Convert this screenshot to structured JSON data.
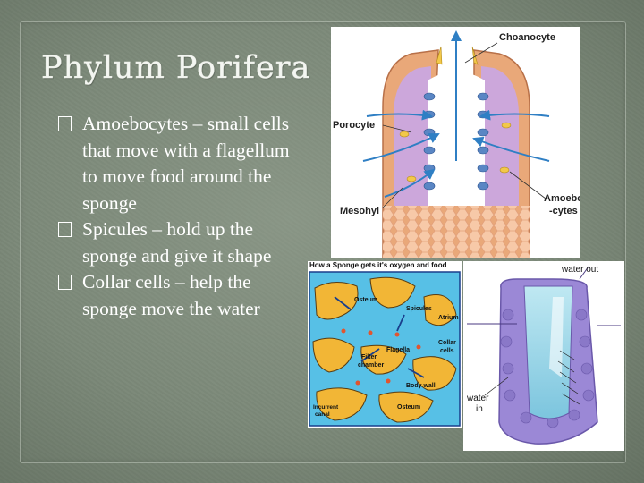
{
  "slide": {
    "title": "Phylum Porifera",
    "bullets": [
      {
        "text": "Amoebocytes – small cells that move with a flagellum to move food around the sponge"
      },
      {
        "text": "Spicules – hold up the sponge and give it shape"
      },
      {
        "text": "Collar cells – help the sponge move the water"
      }
    ]
  },
  "figure_cells": {
    "labels": [
      "Choanocyte",
      "Porocyte",
      "Amoebo-",
      "-cytes",
      "Mesohyl"
    ]
  },
  "figure_oxygen": {
    "title": "How a Sponge gets it's oxygen and food",
    "labels": [
      "Osteum",
      "Spicules",
      "Atrium",
      "Collar",
      "cells",
      "Flagella",
      "Filter",
      "chamber",
      "Body wall",
      "Osteum",
      "Incurrent",
      "canal"
    ]
  },
  "figure_water": {
    "labels": [
      "water out",
      "water",
      "in"
    ]
  },
  "colors": {
    "background": "#7b8878",
    "text": "#ffffff",
    "arrow_blue": "#2f7fc4",
    "cell_blue": "#5a86c4"
  }
}
